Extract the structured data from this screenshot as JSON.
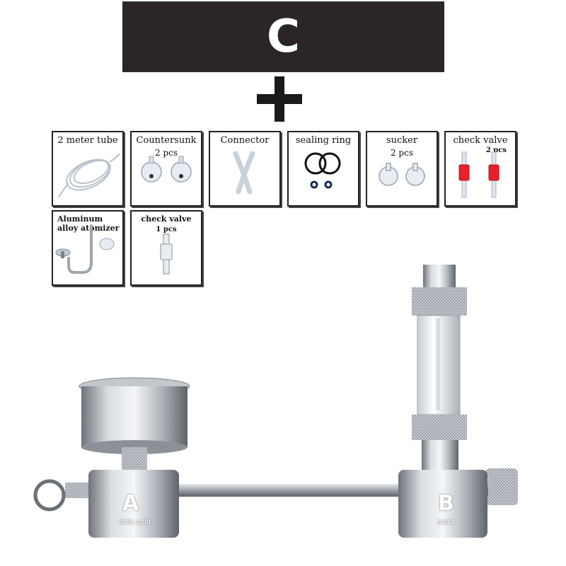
{
  "banner": {
    "letter": "C"
  },
  "accessories": [
    {
      "label": "2 meter tube",
      "qty": ""
    },
    {
      "label": "Countersunk",
      "qty": "2 pcs"
    },
    {
      "label": "Connector",
      "qty": ""
    },
    {
      "label": "sealing ring",
      "qty": ""
    },
    {
      "label": "sucker",
      "qty": "2 pcs"
    },
    {
      "label": "check valve",
      "qty": "2 pcs"
    },
    {
      "label": "Aluminum\nalloy atomizer",
      "qty": ""
    },
    {
      "label": "check valve",
      "qty": "1 pcs"
    }
  ],
  "device": {
    "unit_a": {
      "letter": "A",
      "caption": "citric acid"
    },
    "unit_b": {
      "letter": "B",
      "caption": "soda"
    }
  },
  "colors": {
    "banner": "#2b2625",
    "valve_red": "#e8202a",
    "steel": "#b8bcc2"
  }
}
